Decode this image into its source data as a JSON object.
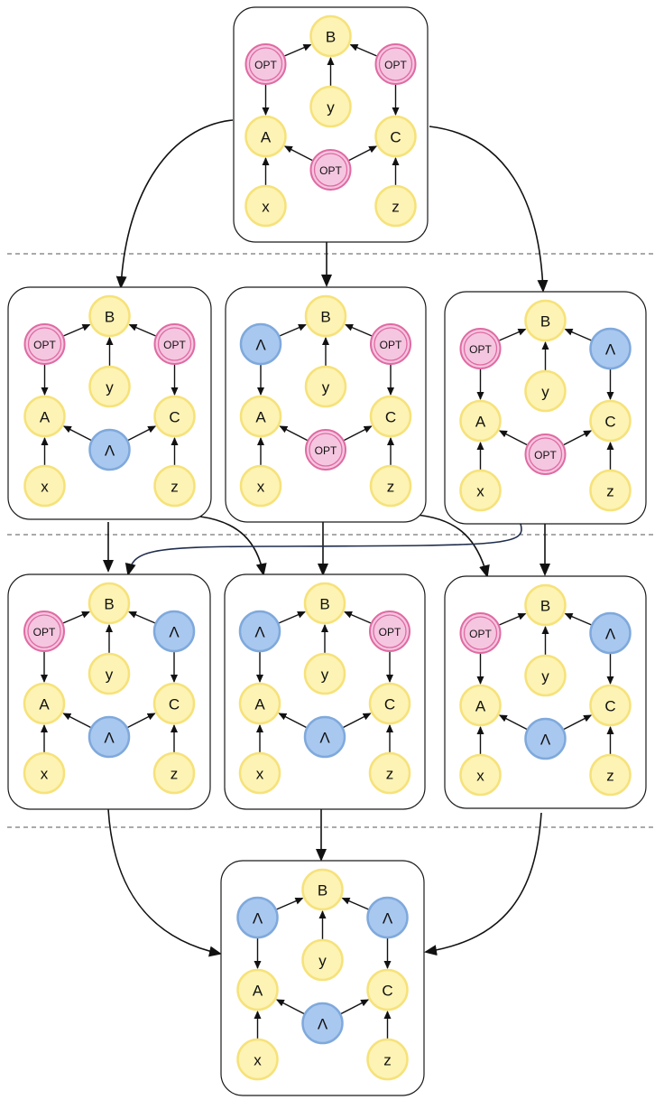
{
  "labels": {
    "A": "A",
    "B": "B",
    "C": "C",
    "x": "x",
    "y": "y",
    "z": "z",
    "opt": "OPT",
    "lambda": "Λ"
  },
  "colors": {
    "yellow_fill": "#fdf3b4",
    "yellow_stroke": "#f6e27a",
    "blue_fill": "#a9c8ef",
    "blue_stroke": "#7fa9dc",
    "pink_fill": "#f5c6e0",
    "pink_stroke": "#e06aa3"
  },
  "panels": [
    {
      "id": "top",
      "ab": "opt",
      "bc": "opt",
      "ac": "opt"
    },
    {
      "id": "r1-left",
      "ab": "opt",
      "bc": "opt",
      "ac": "lambda"
    },
    {
      "id": "r1-middle",
      "ab": "lambda",
      "bc": "opt",
      "ac": "opt"
    },
    {
      "id": "r1-right",
      "ab": "opt",
      "bc": "lambda",
      "ac": "opt"
    },
    {
      "id": "r2-left",
      "ab": "opt",
      "bc": "lambda",
      "ac": "lambda"
    },
    {
      "id": "r2-middle",
      "ab": "lambda",
      "bc": "opt",
      "ac": "lambda"
    },
    {
      "id": "r2-right",
      "ab": "opt",
      "bc": "lambda",
      "ac": "lambda"
    },
    {
      "id": "bottom",
      "ab": "lambda",
      "bc": "lambda",
      "ac": "lambda"
    }
  ],
  "transitions": [
    {
      "from": "top",
      "to": "r1-left"
    },
    {
      "from": "top",
      "to": "r1-middle"
    },
    {
      "from": "top",
      "to": "r1-right"
    },
    {
      "from": "r1-left",
      "to": "r2-left"
    },
    {
      "from": "r1-left",
      "to": "r2-middle"
    },
    {
      "from": "r1-middle",
      "to": "r2-middle"
    },
    {
      "from": "r1-middle",
      "to": "r2-right"
    },
    {
      "from": "r1-right",
      "to": "r2-left"
    },
    {
      "from": "r1-right",
      "to": "r2-right"
    },
    {
      "from": "r2-left",
      "to": "bottom"
    },
    {
      "from": "r2-middle",
      "to": "bottom"
    },
    {
      "from": "r2-right",
      "to": "bottom"
    }
  ]
}
